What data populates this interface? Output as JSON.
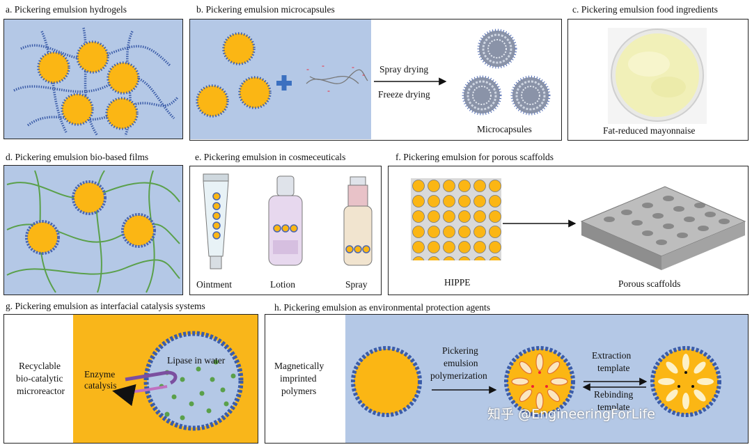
{
  "panels": {
    "a": {
      "title": "a. Pickering emulsion hydrogels"
    },
    "b": {
      "title": "b. Pickering emulsion microcapsules",
      "step1": "Spray drying",
      "step2": "Freeze drying",
      "result": "Microcapsules"
    },
    "c": {
      "title": "c. Pickering emulsion food ingredients",
      "caption": "Fat-reduced mayonnaise"
    },
    "d": {
      "title": "d. Pickering emulsion bio-based films"
    },
    "e": {
      "title": "e. Pickering emulsion in cosmeceuticals",
      "items": [
        "Ointment",
        "Lotion",
        "Spray"
      ]
    },
    "f": {
      "title": "f. Pickering emulsion for porous scaffolds",
      "left": "HIPPE",
      "right": "Porous scaffolds"
    },
    "g": {
      "title": "g. Pickering emulsion as interfacial catalysis systems",
      "side_line1": "Recyclable",
      "side_line2": "bio-catalytic",
      "side_line3": "microreactor",
      "inner": "Lipase in water",
      "enzyme_line1": "Enzyme",
      "enzyme_line2": "catalysis"
    },
    "h": {
      "title": "h. Pickering emulsion as environmental protection agents",
      "side_line1": "Magnetically",
      "side_line2": "imprinted",
      "side_line3": "polymers",
      "step1_line1": "Pickering",
      "step1_line2": "emulsion",
      "step1_line3": "polymerization",
      "step2_line1": "Extraction",
      "step2_line2": "template",
      "step3_line1": "Rebinding",
      "step3_line2": "template"
    }
  },
  "watermark": "知乎 @EngineeringForLife",
  "colors": {
    "panel_blue": "#b4c8e6",
    "droplet": "#fbb614",
    "particle": "#3b5ca8",
    "gold_bg": "#f9b61a"
  }
}
